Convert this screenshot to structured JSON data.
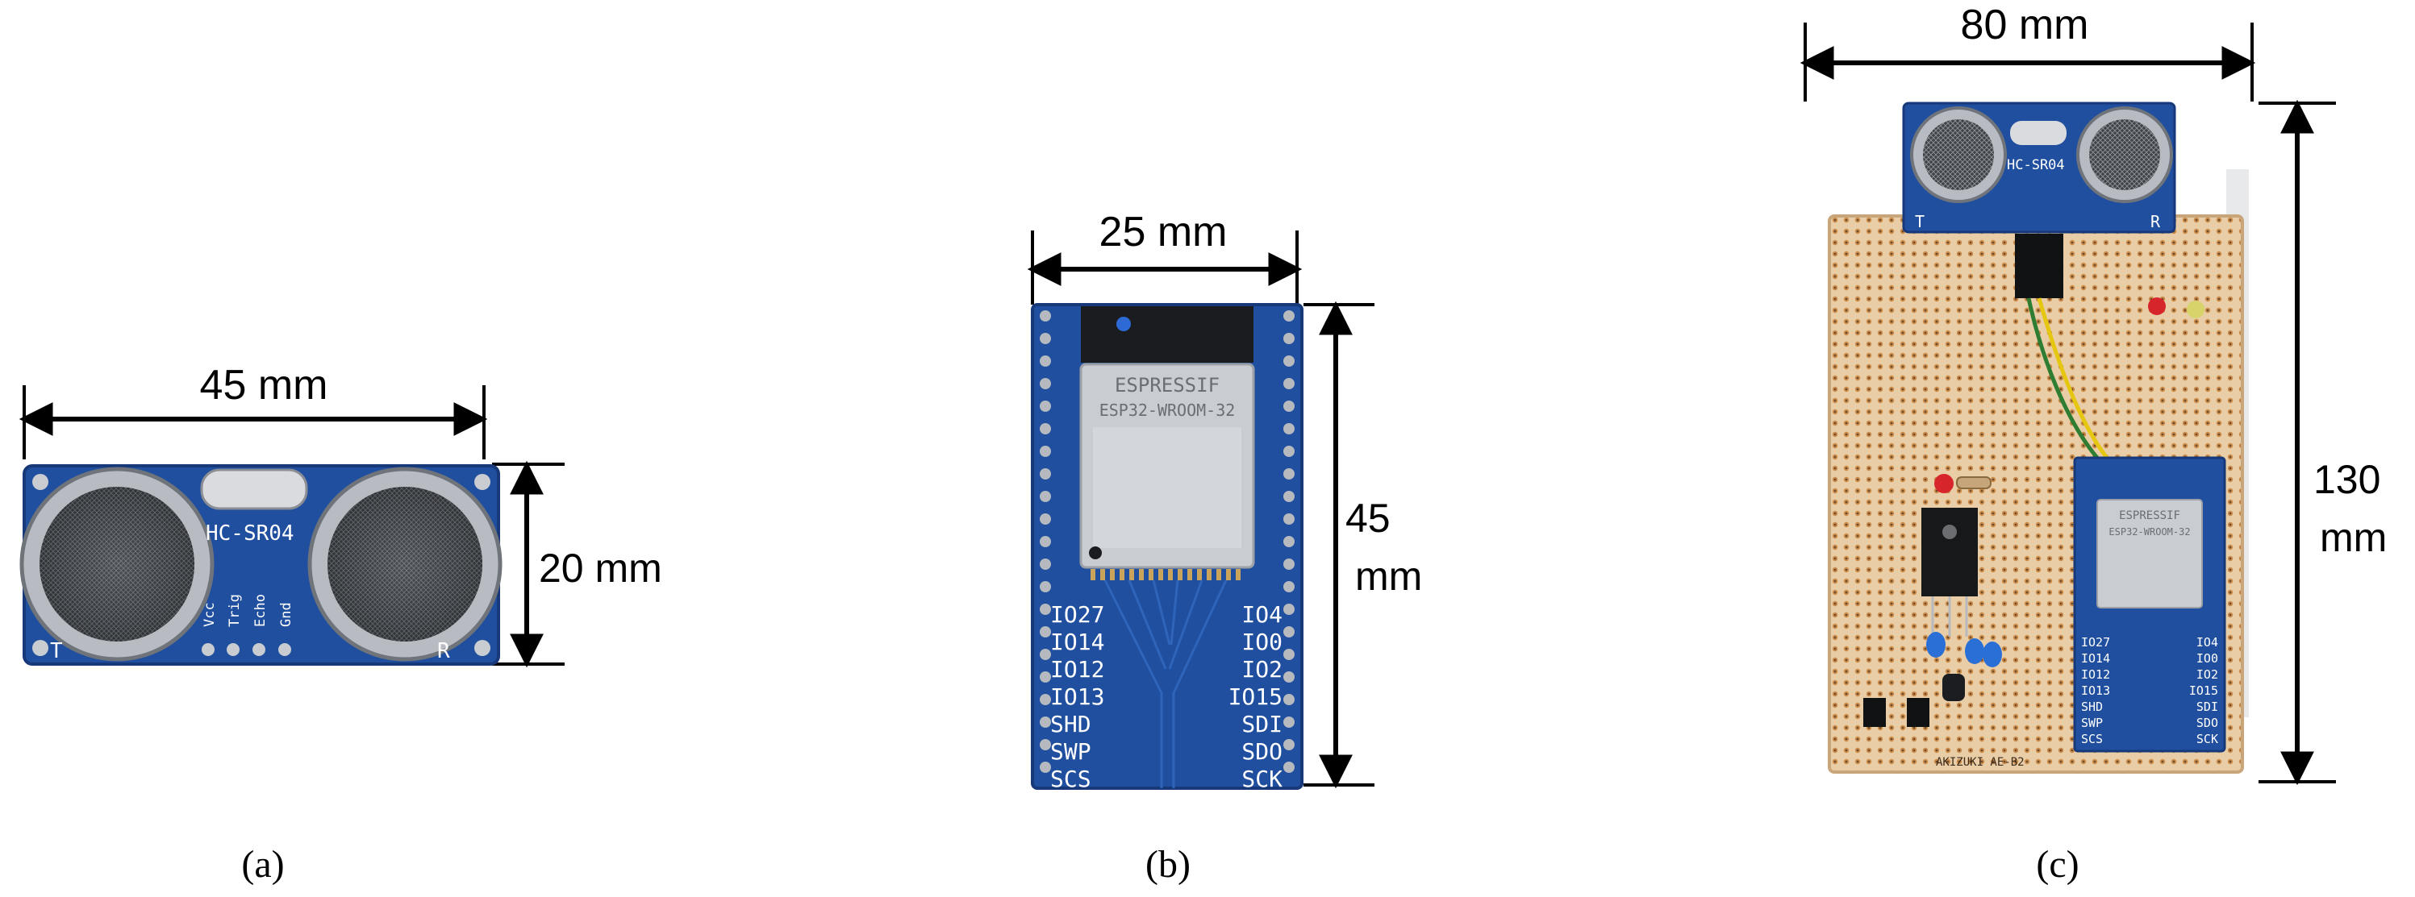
{
  "panels": {
    "a": {
      "caption": "(a)",
      "width_label": "45 mm",
      "height_label": "20 mm",
      "board": {
        "model": "HC-SR04",
        "pins": [
          "Vcc",
          "Trig",
          "Echo",
          "Gnd"
        ],
        "left_mark": "T",
        "right_mark": "R"
      }
    },
    "b": {
      "caption": "(b)",
      "width_label": "25 mm",
      "height_label_line1": "45",
      "height_label_line2": "mm",
      "board": {
        "brand": "ESPRESSIF",
        "module": "ESP32-WROOM-32",
        "left_pins": [
          "IO27",
          "IO14",
          "IO12",
          "IO13",
          "SHD",
          "SWP",
          "SCS"
        ],
        "right_pins": [
          "IO4",
          "IO0",
          "IO2",
          "IO15",
          "SDI",
          "SDO",
          "SCK"
        ]
      }
    },
    "c": {
      "caption": "(c)",
      "width_label": "80 mm",
      "height_label_line1": "130",
      "height_label_line2": "mm",
      "board": {
        "sensor_model": "HC-SR04",
        "sensor_left_mark": "T",
        "sensor_right_mark": "R",
        "module": "ESP32-WROOM-32",
        "brand": "ESPRESSIF",
        "right_pins": [
          "IO4",
          "IO0",
          "IO2",
          "IO15",
          "SDI",
          "SDO",
          "SCK"
        ],
        "left_pins": [
          "IO27",
          "IO14",
          "IO12",
          "IO13",
          "SHD",
          "SWP",
          "SCS"
        ],
        "footer_text": "AKIZUKI AE-B2"
      }
    }
  },
  "colors": {
    "pcb_blue": "#1f4f9e",
    "pcb_edge": "#17397a",
    "module_silver": "#c9ccd1",
    "perfboard": "#e6c8a0",
    "copper": "#c98a4a",
    "ink": "#000000"
  }
}
